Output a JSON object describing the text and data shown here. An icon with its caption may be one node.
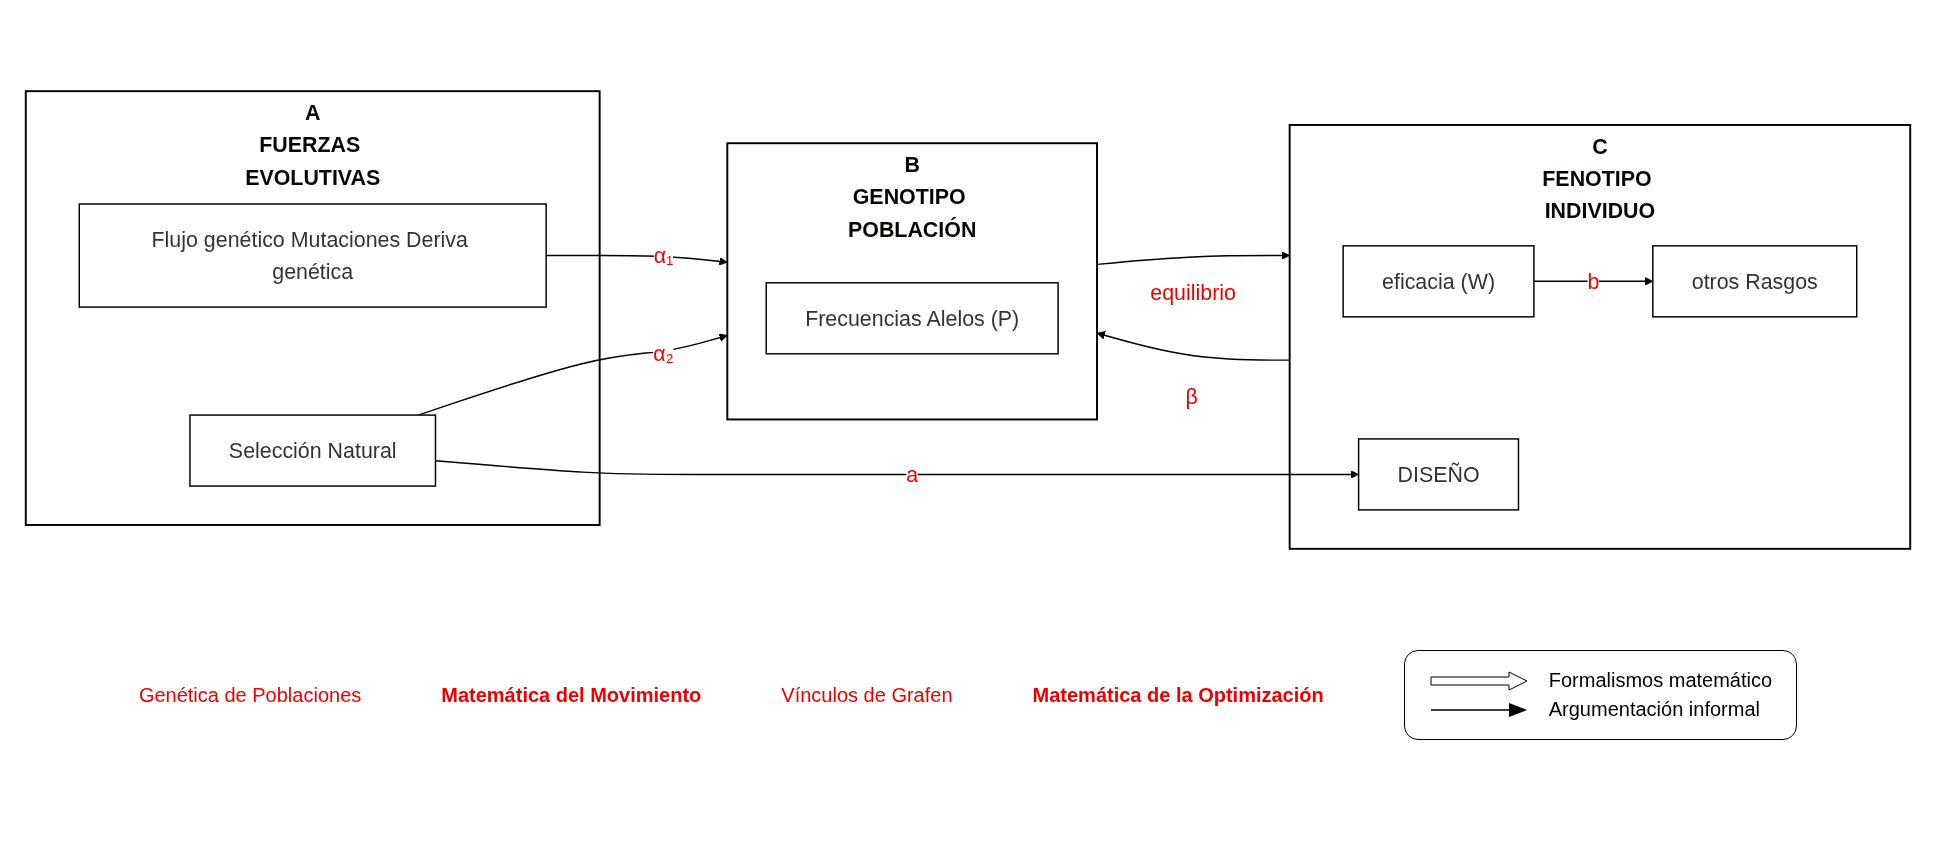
{
  "diagram": {
    "nodes": [
      {
        "text": [
          "A",
          "FUERZAS EVOLUTIVAS"
        ]
      },
      {
        "text": [
          "Flujo genético Mutaciones Deriva genética"
        ],
        "in": 0
      },
      {
        "text": [
          "Selección Natural"
        ],
        "in": 0
      },
      {
        "text": [
          "B",
          "GENOTIPO POBLACIÓN"
        ]
      },
      {
        "text": [
          "Frecuencias Alelos (P)"
        ],
        "in": 3
      },
      {
        "text": [
          "C",
          "FENOTIPO INDIVIDUO"
        ]
      },
      {
        "text": [
          "eficacia (W)"
        ],
        "in": 5
      },
      {
        "text": [
          "otros Rasgos"
        ],
        "in": 5
      },
      {
        "text": [
          "DISEÑO"
        ],
        "in": 5
      }
    ],
    "edges": [
      {
        "from": 1,
        "to": 3,
        "arrow": "to",
        "label": "α₁"
      },
      {
        "from": 2,
        "to": 3,
        "arrow": "to",
        "label": "α₂"
      },
      {
        "from": 3,
        "to": 5,
        "arrow": "to",
        "label": "equilibrio"
      },
      {
        "from": 5,
        "to": 3,
        "arrow": "to",
        "label": "β"
      },
      {
        "from": 6,
        "to": 7,
        "arrow": "to",
        "label": "b"
      },
      {
        "from": 2,
        "to": 8,
        "arrow": "to",
        "label": "a"
      }
    ],
    "labels": [
      "Genética de Poblaciones",
      "Matemática del Movimiento",
      "Vínculos de Grafen",
      "Matemática de la Optimización"
    ],
    "legend": [
      {
        "text": "Formalismos matemático"
      },
      {
        "text": "Argumentación informal"
      }
    ]
  }
}
